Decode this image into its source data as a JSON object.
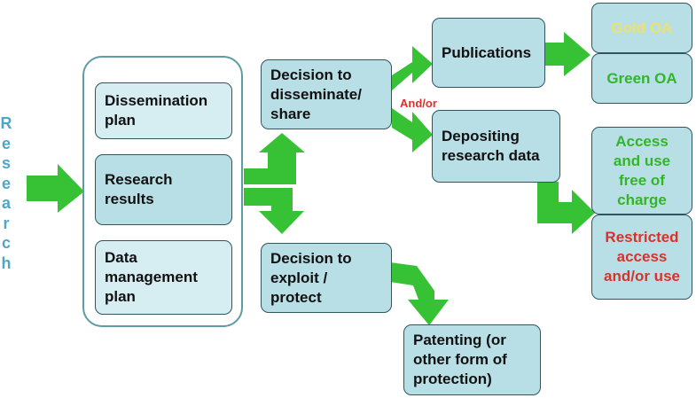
{
  "side_label": "Research",
  "boxes": {
    "dissemination_plan": "Dissemination plan",
    "research_results": "Research results",
    "data_management_plan": "Data management plan",
    "decision_disseminate": "Decision to disseminate/ share",
    "decision_exploit": "Decision to exploit / protect",
    "publications": "Publications",
    "depositing": "Depositing research data",
    "patenting": "Patenting (or other form of protection)",
    "gold_oa": "Gold OA",
    "green_oa": "Green OA",
    "access_free": "Access and use free of charge",
    "restricted": "Restricted access and/or use"
  },
  "and_or": "And/or",
  "colors": {
    "arrow": "#36c234",
    "box_fill": "#b9dfe6",
    "gold": "#ece26a",
    "green": "#33b528",
    "red": "#d9322b",
    "side_label": "#4ea7c7"
  }
}
